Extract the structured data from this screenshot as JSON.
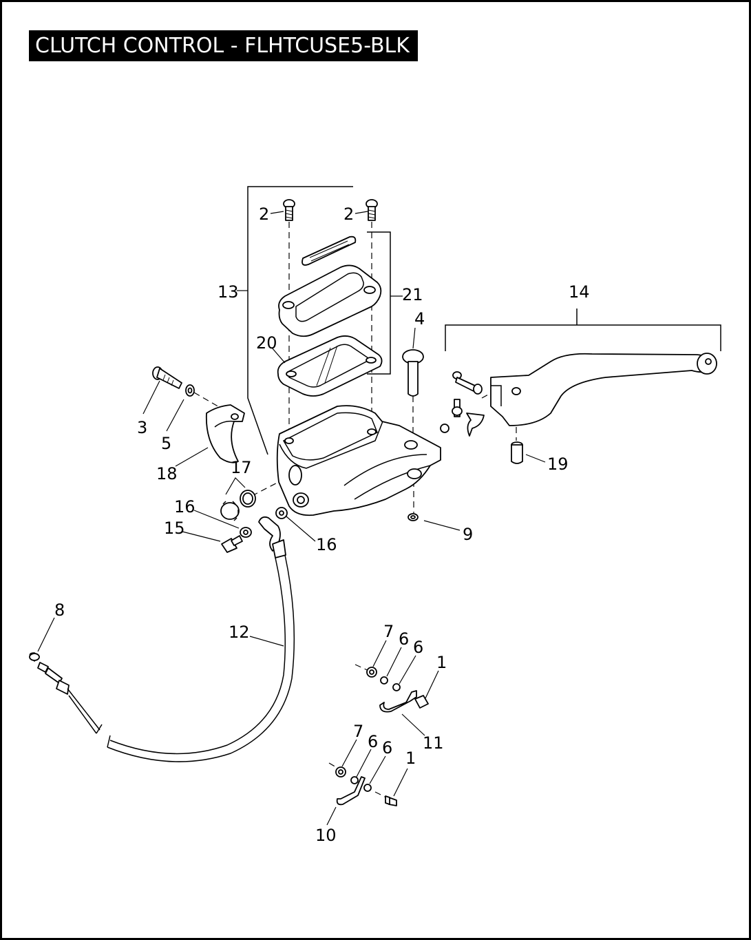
{
  "title": "CLUTCH CONTROL - FLHTCUSE5-BLK",
  "callouts": {
    "c1a": "1",
    "c1b": "1",
    "c2a": "2",
    "c2b": "2",
    "c3": "3",
    "c4": "4",
    "c5": "5",
    "c6a": "6",
    "c6b": "6",
    "c6c": "6",
    "c6d": "6",
    "c7a": "7",
    "c7b": "7",
    "c8": "8",
    "c9": "9",
    "c10": "10",
    "c11": "11",
    "c12": "12",
    "c13": "13",
    "c14": "14",
    "c15": "15",
    "c16a": "16",
    "c16b": "16",
    "c17": "17",
    "c18": "18",
    "c19": "19",
    "c20": "20",
    "c21": "21"
  }
}
